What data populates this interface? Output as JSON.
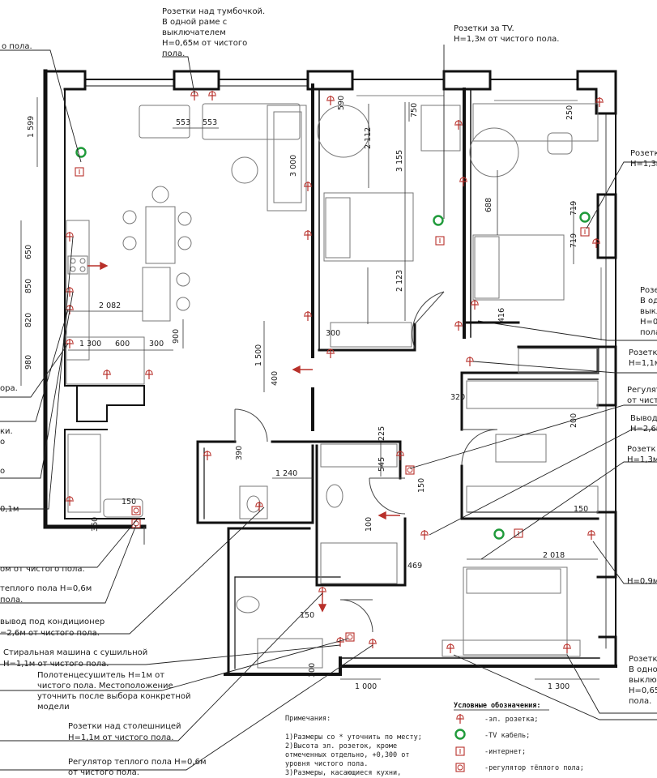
{
  "callouts": {
    "nightstand": [
      "Розетки над тумбочкой.",
      "В одной раме с",
      "выключателем",
      "H=0,65м от чистого",
      "пола."
    ],
    "tv": [
      "Розетки за TV.",
      "H=1,3м от чистого пола."
    ],
    "floor_frag": "о пола.",
    "r_top_a": [
      "Розетк",
      "H=1,3м"
    ],
    "r_mid_a": [
      "Розетк",
      "В одн",
      "выклю",
      "H=0,",
      "пола"
    ],
    "r_mid_b": [
      "Розетк",
      "H=1,1м"
    ],
    "r_reg": [
      "Регулят",
      "от чисто"
    ],
    "r_out": [
      "Вывод",
      "H=2,6м"
    ],
    "r_rz": [
      "Розетк",
      "H=1,3м"
    ],
    "r_h09": "H=0,9м",
    "r_bottom": [
      "Розетки",
      "В одно",
      "выклю",
      "H=0,65",
      "пола."
    ],
    "l_frag1": "ора.",
    "l_frag2": [
      "ки.",
      "о"
    ],
    "l_frag3": "о",
    "l_frag4": "0,1м",
    "l_frag5": "ом от чистого пола.",
    "l_heat": [
      "теплого пола H=0,6м",
      "пола."
    ],
    "l_ac": [
      "вывод под кондиционер",
      "=2,6м от чистого пола."
    ],
    "l_washer": [
      "Стиральная машина с сушильной",
      "H=1,1м от чистого пола."
    ],
    "l_towel": [
      "Полотенцесушитель H=1м от",
      "чистого пола. Местоположение",
      "уточнить после выбора конкретной",
      "модели"
    ],
    "l_counter": [
      "Розетки над столешницей",
      "H=1,1м от чистого пола."
    ],
    "l_reg_bottom": [
      "Регулятор теплого пола H=0,6м",
      "от чистого пола."
    ]
  },
  "dims": {
    "d1599": "1 599",
    "d553a": "553",
    "d553b": "553",
    "d3000": "3 000",
    "d590": "590",
    "d750": "750",
    "d2112": "2 112",
    "d3155": "3 155",
    "d250": "250",
    "d688": "688",
    "d719a": "719",
    "d719b": "719",
    "d650": "650",
    "d850": "850",
    "d820": "820",
    "d980": "980",
    "d2082": "2 082",
    "d1300": "1 300",
    "d600": "600",
    "d300a": "300",
    "d900": "900",
    "d1500": "1 500",
    "d400": "400",
    "d2123": "2 123",
    "d300b": "300",
    "d416": "416",
    "d320": "320",
    "d200": "200",
    "d225": "225",
    "d390": "390",
    "d1240": "1 240",
    "d545": "545",
    "d150a": "150",
    "d150b": "150",
    "d150c": "150",
    "d150d": "150",
    "d100": "100",
    "d469": "469",
    "d2018": "2 018",
    "d360": "360",
    "d300c": "300",
    "d1000": "1 000",
    "d1300b": "1 300"
  },
  "notes": {
    "title": "Примечания:",
    "lines": [
      "1)Размеры со * уточнить по месту;",
      "2)Высота эл. розеток, кроме",
      "отмеченных отдельно, +0,300 от",
      "уровня чистого пола.",
      "3)Размеры, касающиеся кухни,"
    ]
  },
  "legend": {
    "title": "Условные обозначения:",
    "items": [
      {
        "icon": "outlet-icon",
        "label": "-эл. розетка;"
      },
      {
        "icon": "tv-cable-icon",
        "label": "-TV кабель;"
      },
      {
        "icon": "internet-icon",
        "label": "-интернет;"
      },
      {
        "icon": "floor-heating-regulator-icon",
        "label": "-регулятор тёплого пола;"
      }
    ]
  },
  "colors": {
    "wall": "#111111",
    "symbol": "#b8302a",
    "tv": "#1f9a3a",
    "leader": "#222222",
    "furniture": "#777777"
  }
}
